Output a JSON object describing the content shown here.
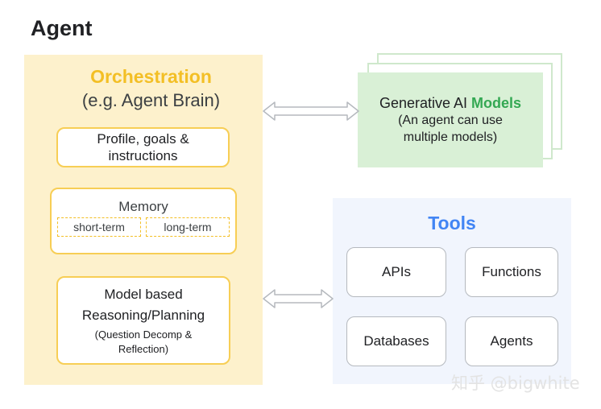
{
  "title": "Agent",
  "orchestration": {
    "title": "Orchestration",
    "subtitle": "(e.g. Agent Brain)",
    "profile": {
      "line1": "Profile, goals &",
      "line2": "instructions"
    },
    "memory": {
      "label": "Memory",
      "short_term": "short-term",
      "long_term": "long-term"
    },
    "reasoning": {
      "line1": "Model based",
      "line2": "Reasoning/Planning",
      "line3": "(Question Decomp &",
      "line4": "Reflection)"
    }
  },
  "models": {
    "prefix": "Generative AI ",
    "accent": "Models",
    "line2": "(An agent can use",
    "line3": "multiple models)"
  },
  "tools": {
    "title": "Tools",
    "items": [
      "APIs",
      "Functions",
      "Databases",
      "Agents"
    ]
  },
  "watermark": "知乎 @bigwhite",
  "colors": {
    "orchestration_panel": "#fdf1cc",
    "orchestration_accent": "#f3bf25",
    "models_box": "#d9f0d6",
    "models_accent": "#34a853",
    "tools_panel": "#f1f5fd",
    "tools_accent": "#4285f4"
  }
}
